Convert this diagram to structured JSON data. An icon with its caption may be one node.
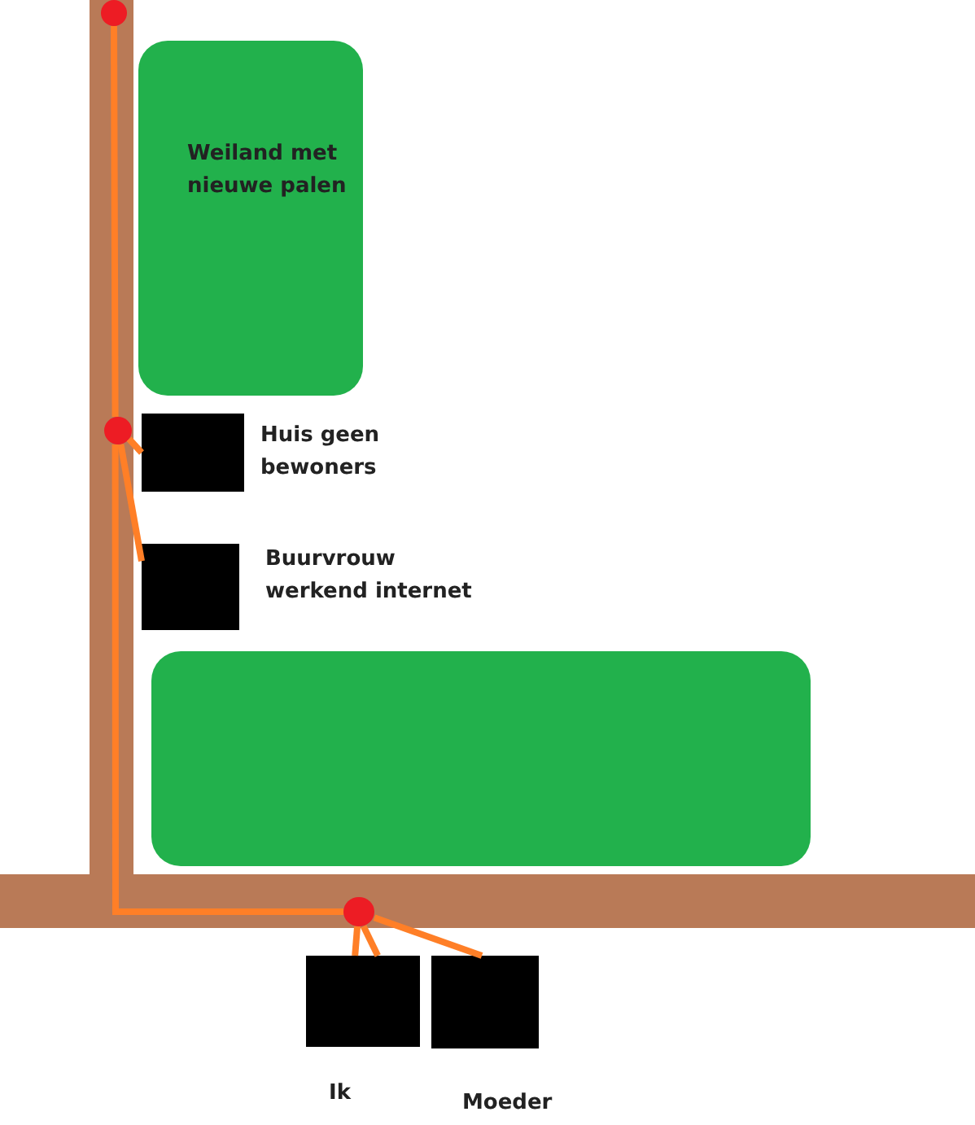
{
  "diagram": {
    "nodes": [
      {
        "text": [
          "Weiland met nieuwe palen"
        ]
      },
      {
        "text": [],
        "shape": "circle"
      },
      {
        "text": [],
        "shape": "circle"
      },
      {
        "text": [],
        "shape": "box",
        "beside": [
          "Huis geen bewoners"
        ]
      },
      {
        "text": [],
        "shape": "box",
        "beside": [
          "Buurvrouw werkend internet"
        ]
      },
      {
        "text": [],
        "shape": "box"
      },
      {
        "text": [],
        "shape": "circle"
      },
      {
        "text": [],
        "shape": "box",
        "beside": [
          "Ik"
        ]
      },
      {
        "text": [],
        "shape": "box",
        "beside": [
          "Moeder"
        ]
      }
    ],
    "edges": [
      {
        "from": 1,
        "to": 2,
        "arrow": "none"
      },
      {
        "from": 2,
        "to": 6,
        "arrow": "none"
      },
      {
        "from": 3,
        "to": 2,
        "arrow": "none"
      },
      {
        "from": 4,
        "to": 2,
        "arrow": "none"
      },
      {
        "from": 7,
        "to": 6,
        "arrow": "none"
      },
      {
        "from": 7,
        "to": 6,
        "arrow": "none"
      },
      {
        "from": 8,
        "to": 6,
        "arrow": "none"
      }
    ]
  }
}
